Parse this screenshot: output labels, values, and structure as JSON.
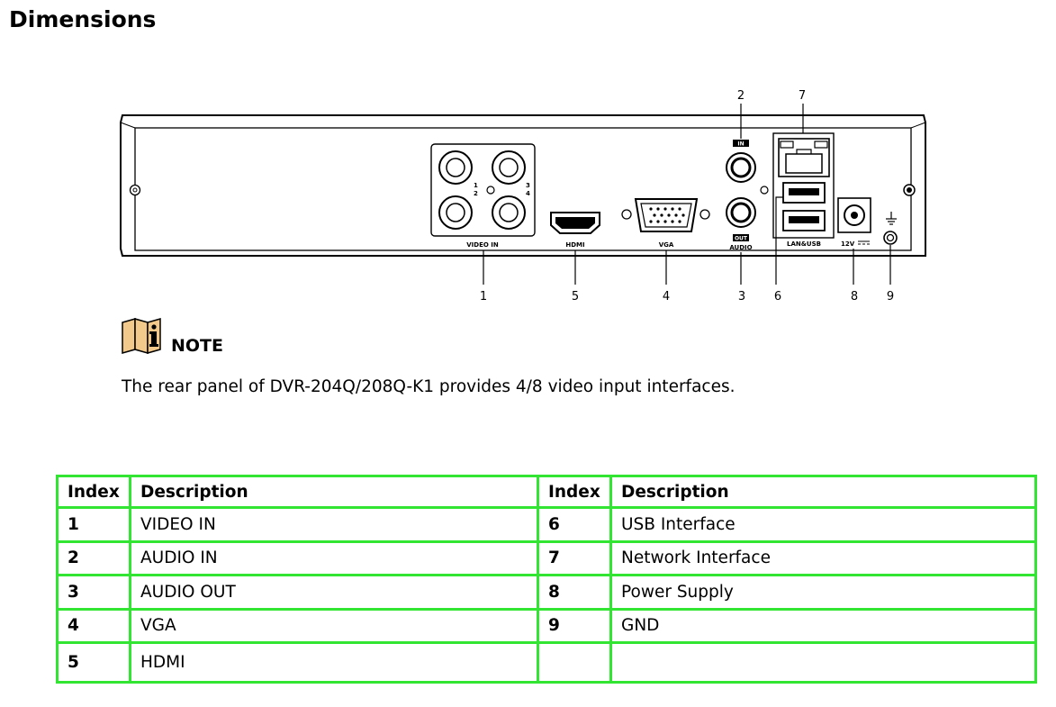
{
  "page": {
    "title": "Dimensions"
  },
  "panel_diagram": {
    "callouts": [
      "1",
      "2",
      "3",
      "4",
      "5",
      "6",
      "7",
      "8",
      "9"
    ],
    "panel_labels": {
      "video_in": "VIDEO IN",
      "video_channels_left": [
        "1",
        "2"
      ],
      "video_channels_right": [
        "3",
        "4"
      ],
      "audio_in": "IN",
      "audio_out": "OUT",
      "audio": "AUDIO",
      "hdmi": "HDMI",
      "vga": "VGA",
      "lan_usb": "LAN&USB",
      "power": "12V"
    }
  },
  "note": {
    "icon": "note-info-icon",
    "label": "NOTE",
    "text": "The rear panel of DVR-204Q/208Q-K1 provides 4/8 video input interfaces."
  },
  "table": {
    "border_color": "#33e533",
    "headers": {
      "index_left": "Index",
      "description_left": "Description",
      "index_right": "Index",
      "description_right": "Description"
    },
    "rows": [
      {
        "left_index": "1",
        "left_desc": "VIDEO IN",
        "right_index": "6",
        "right_desc": "USB Interface"
      },
      {
        "left_index": "2",
        "left_desc": "AUDIO IN",
        "right_index": "7",
        "right_desc": "Network Interface"
      },
      {
        "left_index": "3",
        "left_desc": "AUDIO OUT",
        "right_index": "8",
        "right_desc": "Power Supply"
      },
      {
        "left_index": "4",
        "left_desc": "VGA",
        "right_index": "9",
        "right_desc": "GND"
      },
      {
        "left_index": "5",
        "left_desc": "HDMI",
        "right_index": "",
        "right_desc": ""
      }
    ]
  }
}
